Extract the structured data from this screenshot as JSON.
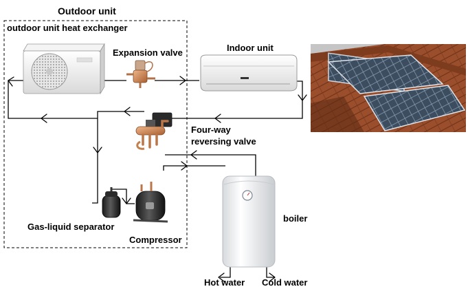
{
  "labels": {
    "outdoor_unit": "Outdoor unit",
    "outdoor_heat_exchanger": "outdoor unit heat exchanger",
    "expansion_valve": "Expansion  valve",
    "indoor_unit": "Indoor unit",
    "four_way_line1": "Four-way",
    "four_way_line2": "reversing valve",
    "gas_liquid_separator": "Gas-liquid separator",
    "compressor": "Compressor",
    "boiler": "boiler",
    "hot_water": "Hot water",
    "cold_water": "Cold water"
  },
  "colors": {
    "line": "#000000",
    "unit_body": "#eeeeee",
    "boiler_body": "#f2f3f4",
    "roof_tile": "#9b4e2c",
    "solar_panel": "#3c4d60",
    "sky": "#8fb4dc",
    "copper": "#d08a55"
  },
  "icons": [
    "outdoor-ac-unit-icon",
    "expansion-valve-icon",
    "indoor-ac-unit-icon",
    "solar-roof-photo",
    "four-way-valve-icon",
    "gas-liquid-separator-icon",
    "compressor-icon",
    "boiler-tank-icon"
  ]
}
